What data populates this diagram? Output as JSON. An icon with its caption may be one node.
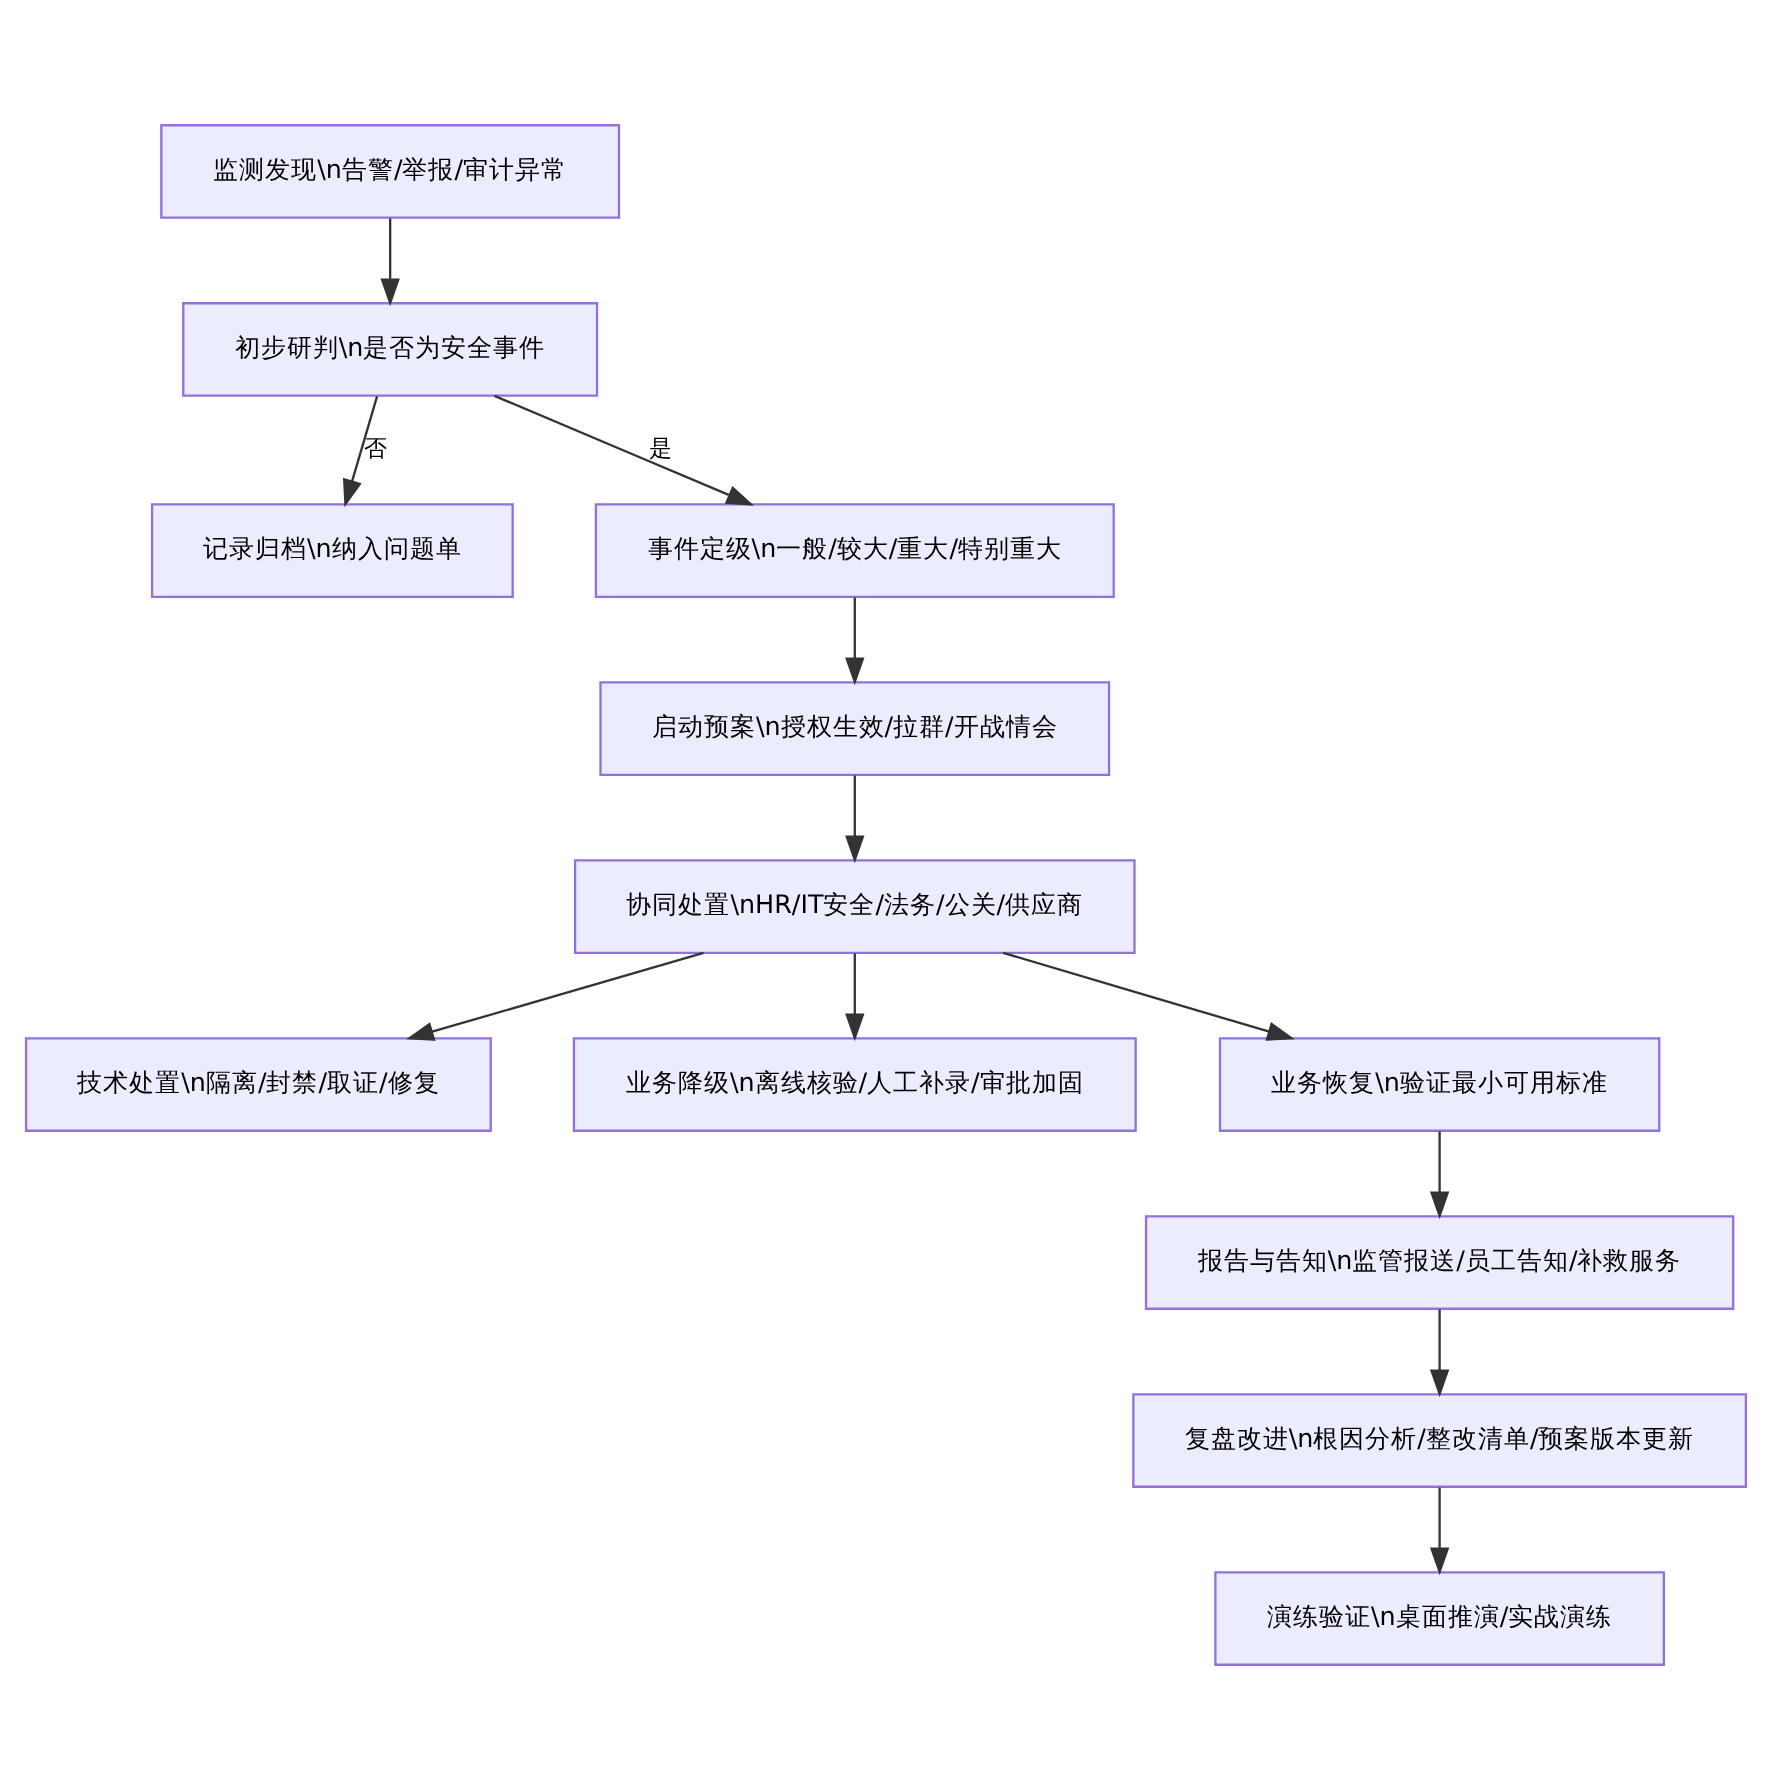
{
  "diagram": {
    "nodes": [
      {
        "text": [
          "监测发现\\n告警/举报/审计异常"
        ]
      },
      {
        "text": [
          "初步研判\\n是否为安全事件"
        ]
      },
      {
        "text": [
          "记录归档\\n纳入问题单"
        ]
      },
      {
        "text": [
          "事件定级\\n一般/较大/重大/特别重大"
        ]
      },
      {
        "text": [
          "启动预案\\n授权生效/拉群/开战情会"
        ]
      },
      {
        "text": [
          "协同处置\\nHR/IT安全/法务/公关/供应商"
        ]
      },
      {
        "text": [
          "技术处置\\n隔离/封禁/取证/修复"
        ]
      },
      {
        "text": [
          "业务降级\\n离线核验/人工补录/审批加固"
        ]
      },
      {
        "text": [
          "业务恢复\\n验证最小可用标准"
        ]
      },
      {
        "text": [
          "报告与告知\\n监管报送/员工告知/补救服务"
        ]
      },
      {
        "text": [
          "复盘改进\\n根因分析/整改清单/预案版本更新"
        ]
      },
      {
        "text": [
          "演练验证\\n桌面推演/实战演练"
        ]
      }
    ],
    "edges": [
      {
        "from": 0,
        "to": 1,
        "arrow": "to"
      },
      {
        "from": 1,
        "to": 2,
        "arrow": "to",
        "label": "否"
      },
      {
        "from": 1,
        "to": 3,
        "arrow": "to",
        "label": "是"
      },
      {
        "from": 3,
        "to": 4,
        "arrow": "to"
      },
      {
        "from": 4,
        "to": 5,
        "arrow": "to"
      },
      {
        "from": 5,
        "to": 6,
        "arrow": "to"
      },
      {
        "from": 5,
        "to": 7,
        "arrow": "to"
      },
      {
        "from": 5,
        "to": 8,
        "arrow": "to"
      },
      {
        "from": 8,
        "to": 9,
        "arrow": "to"
      },
      {
        "from": 9,
        "to": 10,
        "arrow": "to"
      },
      {
        "from": 10,
        "to": 11,
        "arrow": "to"
      }
    ]
  }
}
